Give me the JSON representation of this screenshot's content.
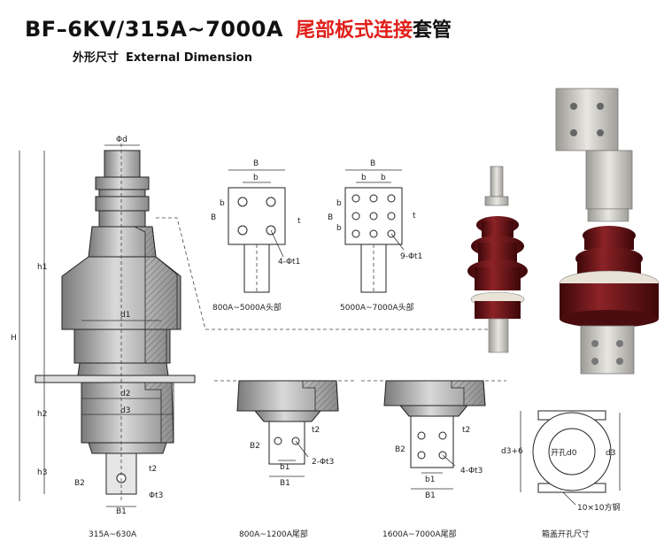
{
  "header": {
    "title_main": "BF–6KV/315A~7000A",
    "title_red": "尾部板式连接",
    "title_tail": "套管",
    "subtitle_cn": "外形尺寸",
    "subtitle_en": "External Dimension"
  },
  "labels": {
    "phi_d": "Φd",
    "h1": "h1",
    "H": "H",
    "h2": "h2",
    "h3": "h3",
    "d1": "d1",
    "d2": "d2",
    "d3": "d3",
    "t2": "t2",
    "B2": "B2",
    "phi_t3": "Φt3",
    "B1": "B1",
    "B": "B",
    "b": "b",
    "t": "t",
    "hole_4": "4-Φt1",
    "hole_9": "9-Φt1",
    "hole_2_t3": "2-Φt3",
    "hole_4_t3": "4-Φt3",
    "b1": "b1",
    "d3_6": "d3+6",
    "kong_d0": "开孔d0",
    "steel": "10×10方钢"
  },
  "captions": {
    "main": "315A~630A",
    "head_800": "800A~5000A头部",
    "head_5000": "5000A~7000A头部",
    "tail_800": "800A~1200A尾部",
    "tail_1600": "1600A~7000A尾部",
    "lid": "箱盖开孔尺寸"
  },
  "colors": {
    "title_red": "#e0201b",
    "porcelain": "#6b1418",
    "copper_plate": "#c9c6bf",
    "hatch": "#555555"
  }
}
